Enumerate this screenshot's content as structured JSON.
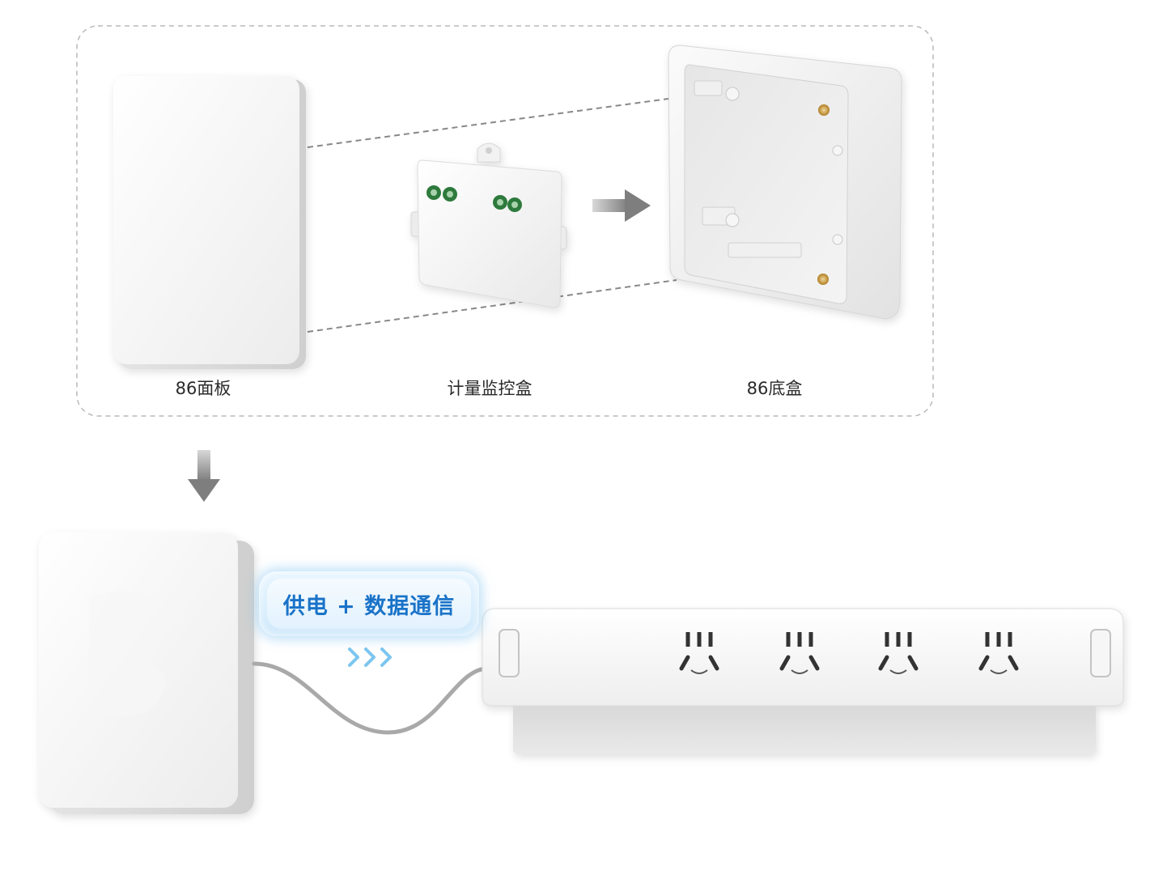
{
  "labels": {
    "panel": "86面板",
    "meter_box": "计量监控盒",
    "back_box": "86底盒"
  },
  "callout": {
    "text": "供电 + 数据通信"
  },
  "colors": {
    "dashed_border": "#b9b9b9",
    "arrow_gray": "#8a8a8a",
    "callout_blue": "#1a73c8",
    "flow_chevron_blue": "#7cc6ef",
    "terminal_green": "#2f7a3c",
    "brass_insert": "#c79a3a",
    "cable_gray": "#a9a9a9"
  },
  "icons": {
    "down_arrow": "arrow-down-icon",
    "right_arrow": "arrow-right-icon",
    "flow": "chevron-right-triple-icon"
  }
}
